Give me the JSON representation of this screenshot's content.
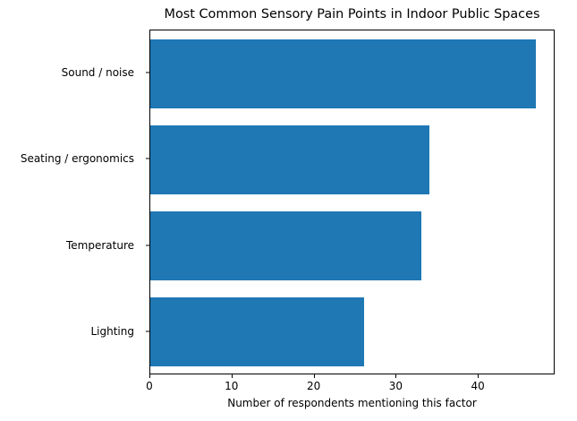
{
  "chart_data": {
    "type": "bar",
    "orientation": "horizontal",
    "title": "Most Common Sensory Pain Points in Indoor Public Spaces",
    "xlabel": "Number of respondents mentioning this factor",
    "ylabel": "",
    "categories": [
      "Sound / noise",
      "Seating / ergonomics",
      "Temperature",
      "Lighting"
    ],
    "values": [
      47,
      34,
      33,
      26
    ],
    "xticks": [
      0,
      10,
      20,
      30,
      40
    ],
    "xticklabels": [
      "0",
      "10",
      "20",
      "30",
      "40"
    ],
    "xlim": [
      0,
      49.35
    ],
    "grid": false,
    "legend": null,
    "bar_color": "#1f77b4",
    "background_color": "#ffffff",
    "axes_edge_color": "#000000",
    "text_color": "#000000"
  }
}
